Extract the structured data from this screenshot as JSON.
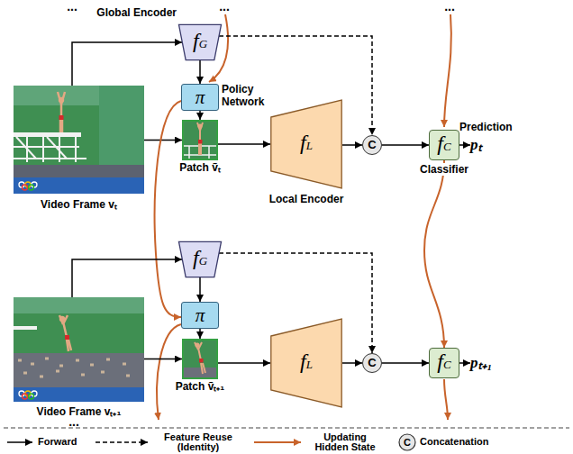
{
  "diagram": {
    "nodes": [
      {
        "text": [
          "Video Frame vₜ"
        ]
      },
      {
        "text": [
          "fG",
          "Global Encoder"
        ]
      },
      {
        "text": [
          "π",
          "Policy Network"
        ]
      },
      {
        "text": [
          "Patch ṽₜ"
        ]
      },
      {
        "text": [
          "fL",
          "Local Encoder"
        ]
      },
      {
        "text": [
          "C"
        ]
      },
      {
        "text": [
          "fC",
          "Classifier"
        ]
      },
      {
        "text": [
          "Prediction",
          "pₜ"
        ]
      },
      {
        "text": [
          "Video Frame vₜ₊₁"
        ]
      },
      {
        "text": [
          "fG"
        ]
      },
      {
        "text": [
          "π"
        ]
      },
      {
        "text": [
          "Patch ṽₜ₊₁"
        ]
      },
      {
        "text": [
          "fL"
        ]
      },
      {
        "text": [
          "C"
        ]
      },
      {
        "text": [
          "fC"
        ]
      },
      {
        "text": [
          "pₜ₊₁"
        ]
      }
    ],
    "edges": [
      {
        "from": 0,
        "to": 1,
        "arrow": "to"
      },
      {
        "from": 1,
        "to": 2,
        "arrow": "to"
      },
      {
        "from": 2,
        "to": 3,
        "arrow": "to"
      },
      {
        "from": 0,
        "to": 3,
        "arrow": "to"
      },
      {
        "from": 3,
        "to": 4,
        "arrow": "to"
      },
      {
        "from": 4,
        "to": 5,
        "arrow": "to"
      },
      {
        "from": 1,
        "to": 5,
        "arrow": "to"
      },
      {
        "from": 5,
        "to": 6,
        "arrow": "to"
      },
      {
        "from": 6,
        "to": 7,
        "arrow": "to"
      },
      {
        "from": 2,
        "to": 10,
        "arrow": "to"
      },
      {
        "from": 6,
        "to": 14,
        "arrow": "to"
      },
      {
        "from": 8,
        "to": 9,
        "arrow": "to"
      },
      {
        "from": 9,
        "to": 10,
        "arrow": "to"
      },
      {
        "from": 10,
        "to": 11,
        "arrow": "to"
      },
      {
        "from": 8,
        "to": 11,
        "arrow": "to"
      },
      {
        "from": 11,
        "to": 12,
        "arrow": "to"
      },
      {
        "from": 12,
        "to": 13,
        "arrow": "to"
      },
      {
        "from": 9,
        "to": 13,
        "arrow": "to"
      },
      {
        "from": 13,
        "to": 14,
        "arrow": "to"
      },
      {
        "from": 14,
        "to": 15,
        "arrow": "to"
      }
    ],
    "labels": [
      "...",
      "...",
      "...",
      "...",
      "C"
    ],
    "legend": [
      {
        "text": "Forward"
      },
      {
        "text": "Feature Reuse (Identity)"
      },
      {
        "text": "Updating Hidden State"
      },
      {
        "text": "Concatenation"
      }
    ]
  }
}
